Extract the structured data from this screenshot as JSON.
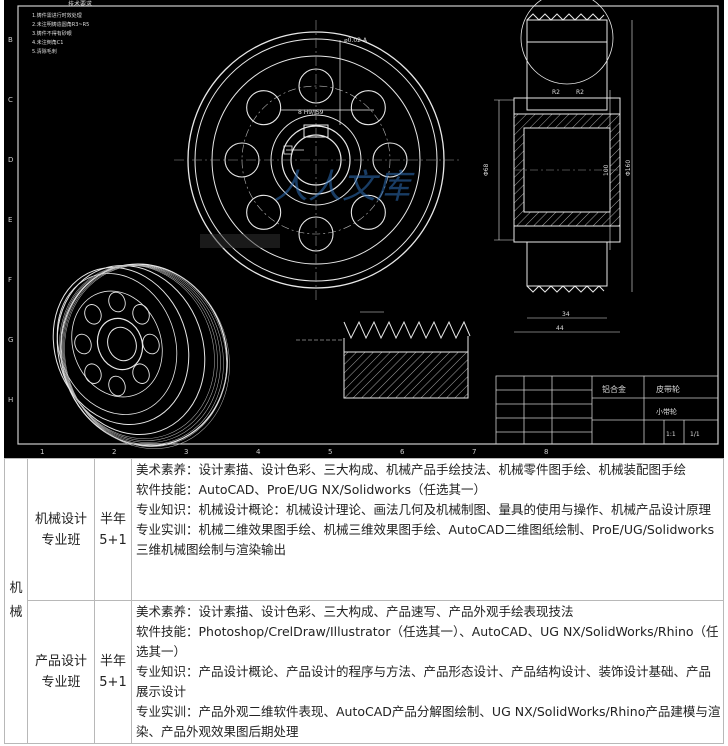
{
  "drawing": {
    "notes_title": "技术要求",
    "notes_lines": [
      "1.铸件需进行时效处理",
      "2.未注明铸造圆角R3~R5",
      "3.铸件不得有砂眼",
      "4.未注倒角C1",
      "5.清除毛刺"
    ],
    "watermark": "人人文库",
    "frame_letters_left": [
      "B",
      "C",
      "D",
      "E",
      "F",
      "G",
      "H"
    ],
    "frame_numbers_bottom": [
      "1",
      "2",
      "3",
      "4",
      "5",
      "6",
      "7",
      "8"
    ],
    "dim_labels": {
      "key_size": "8 H9/JS9",
      "diameter_left": "Φ68",
      "diameter_mid": "100",
      "diameter_right": "Φ160",
      "width_top": "34",
      "width_bottom": "44",
      "tolerance": "⌀0.02 A",
      "r_labels": [
        "R2",
        "R2"
      ]
    },
    "title_block": {
      "material": "铝合金",
      "part_name": "皮带轮",
      "drawing_no": "小带轮",
      "scale": "1:1",
      "sheet": "1/1"
    }
  },
  "courses": {
    "category_chars": [
      "机",
      "械"
    ],
    "rows": [
      {
        "class_name": [
          "机械设计",
          "专业班"
        ],
        "duration": [
          "半年",
          "5+1"
        ],
        "lines": [
          "美术素养：设计素描、设计色彩、三大构成、机械产品手绘技法、机械零件图手绘、机械装配图手绘",
          "软件技能：AutoCAD、ProE/UG NX/Solidworks（任选其一）",
          "专业知识：机械设计概论：机械设计理论、画法几何及机械制图、量具的使用与操作、机械产品设计原理",
          "专业实训：机械二维效果图手绘、机械三维效果图手绘、AutoCAD二维图纸绘制、ProE/UG/Solidworks三维机械图绘制与渲染输出"
        ]
      },
      {
        "class_name": [
          "产品设计",
          "专业班"
        ],
        "duration": [
          "半年",
          "5+1"
        ],
        "lines": [
          "美术素养：设计素描、设计色彩、三大构成、产品速写、产品外观手绘表现技法",
          "软件技能：Photoshop/CrelDraw/Illustrator（任选其一）、AutoCAD、UG NX/SolidWorks/Rhino（任选其一）",
          "专业知识：产品设计概论、产品设计的程序与方法、产品形态设计、产品结构设计、装饰设计基础、产品展示设计",
          "专业实训：产品外观二维软件表现、AutoCAD产品分解图绘制、UG NX/SolidWorks/Rhino产品建模与渲染、产品外观效果图后期处理"
        ]
      }
    ]
  }
}
